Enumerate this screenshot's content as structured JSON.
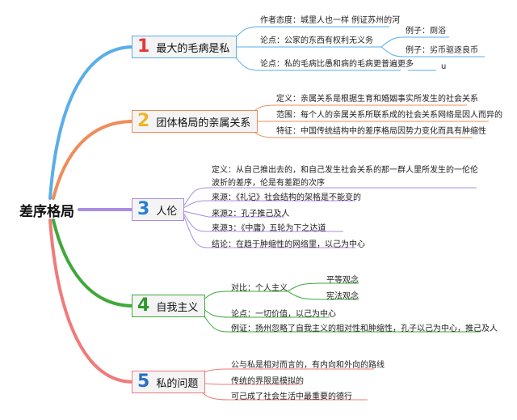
{
  "root": "差序格局",
  "colors": {
    "b1": "#5aaee8",
    "b2": "#f08c5a",
    "b3": "#a98ee0",
    "b4": "#3fa93a",
    "b5": "#f07b7b"
  },
  "branches": [
    {
      "num": "1",
      "label": "最大的毛病是私"
    },
    {
      "num": "2",
      "label": "团体格局的亲属关系"
    },
    {
      "num": "3",
      "label": "人伦"
    },
    {
      "num": "4",
      "label": "自我主义"
    },
    {
      "num": "5",
      "label": "私的问题"
    }
  ],
  "b1": {
    "attitude": "作者态度：城里人也一样 例证苏州的河",
    "argument1": "论点：公家的东西有权利无义务",
    "example1": "例子：厕浴",
    "example2": "例子：劣币驱逐良币",
    "argument2": "论点：私的毛病比愚和病的毛病更普遍更多",
    "extra": "u"
  },
  "b2": {
    "definition": "定义：亲属关系是根据生育和婚姻事实所发生的社会关系",
    "scope": "范围：每个人的亲属关系所联系成的社会关系网络是因人而异的",
    "feature": "特征：中国传统结构中的差序格局因势力变化而具有肿缩性"
  },
  "b3": {
    "definition": "定义：从自己推出去的，和自己发生社会关系的那一群人里所发生的一伦伦波折的差序，伦是有差距的次序",
    "source1": "来源：《礼记》社会结构的架格是不能变的",
    "source2": "来源2：孔子推己及人",
    "source3": "来源3：《中庸》五轮为下之达道",
    "conclusion": "结论：在趋于肿缩性的网络里，以己为中心"
  },
  "b4": {
    "contrast": "对比：个人主义",
    "equality": "平等观念",
    "constitution": "宪法观念",
    "argument": "论点：一切价值，以己为中心",
    "example": "例证：扬州忽略了自我主义的相对性和肿缩性，孔子以己为中心，推己及人"
  },
  "b5": {
    "item1": "公与私是相对而言的，有内向和外向的路线",
    "item2": "传统的界限是模拟的",
    "item3": "可己成了社会生活中最重要的德行"
  }
}
